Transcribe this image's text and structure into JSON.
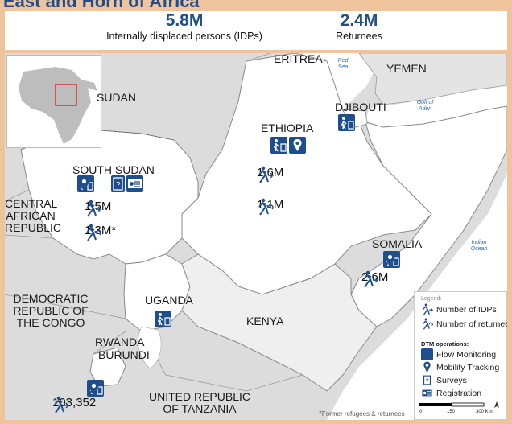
{
  "summary": {
    "idp_value": "5.8M",
    "idp_label": "Internally displaced persons (IDPs)",
    "returnee_value": "2.4M",
    "returnee_label": "Returnees"
  },
  "countries": {
    "eritrea": "ERITREA",
    "yemen": "YEMEN",
    "sudan": "SUDAN",
    "djibouti": "DJIBOUTI",
    "ethiopia": "ETHIOPIA",
    "south_sudan": "SOUTH SUDAN",
    "car": "CENTRAL AFRICAN REPUBLIC",
    "somalia": "SOMALIA",
    "drc": "DEMOCRATIC REPUBLIC OF THE CONGO",
    "uganda": "UGANDA",
    "kenya": "KENYA",
    "rwanda": "RWANDA",
    "burundi": "BURUNDI",
    "tanzania": "UNITED REPUBLIC OF TANZANIA"
  },
  "water": {
    "red_sea": "Red Sea",
    "gulf_of_aden": "Gulf of Aden",
    "indian_ocean": "Indian Ocean"
  },
  "figures": {
    "ethiopia_idps": "1.6M",
    "ethiopia_returnees": "1.1M",
    "south_sudan_idps": "1.5M",
    "south_sudan_returnees": "1.3M*",
    "somalia_idps": "2.6M",
    "burundi_idps": "103,352"
  },
  "legend": {
    "title": "Legend:",
    "idps": "Number of IDPs",
    "returnees": "Number of returnees",
    "ops_title": "DTM operations:",
    "flow": "Flow Monitoring",
    "mobility": "Mobility Tracking",
    "surveys": "Surveys",
    "registration": "Registration"
  },
  "scale": {
    "s0": "0",
    "s1": "150",
    "s2": "300 Km"
  },
  "note": {
    "star": "*",
    "text": "Former refugees & returnees"
  },
  "colors": {
    "accent": "#1f4e8c",
    "land": "#f2f2f2",
    "sea": "#ffffff",
    "frame": "#efc49c"
  },
  "icons": [
    "flow-monitoring-icon",
    "mobility-tracking-pin-icon",
    "survey-icon",
    "registration-card-icon",
    "idp-runner-icon",
    "returnee-runner-icon",
    "north-arrow-icon"
  ]
}
